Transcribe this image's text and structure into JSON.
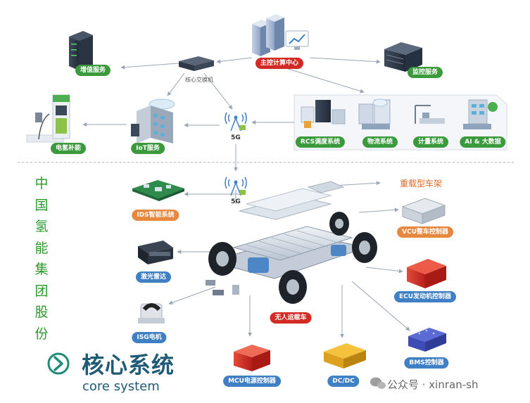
{
  "labels": {
    "value_added_service": "增值服务",
    "main_computing_center": "主控计算中心",
    "monitoring_service": "监控服务",
    "core_switch": "核心交换机",
    "charging": "电氢补能",
    "iot_service": "IoT服务",
    "rcs_dispatch": "RCS调度系统",
    "logistics": "物流系统",
    "metering": "计量系统",
    "ai_bigdata": "AI & 大数据",
    "network_top": "5G",
    "network_bottom": "5G",
    "chassis": "重载型车架",
    "ids": "IDS智能系统",
    "vcu": "VCU整车控制器",
    "lidar": "激光雷达",
    "ecu": "ECU发动机控制器",
    "unmanned_truck": "无人运载车",
    "isg": "ISG电机",
    "bms": "BMS控制器",
    "mcu": "MCU电源控制器",
    "dcdc": "DC/DC"
  },
  "vertical_title": "中\n国\n氢\n能\n集\n团\n股\n份",
  "core": {
    "title_cn": "核心系统",
    "title_en": "core system"
  },
  "watermark": "公众号 · xinran-sh",
  "colors": {
    "green": "#3a9a3c",
    "red": "#d42a24",
    "orange": "#e8883e",
    "blue": "#3f7fc4",
    "title_green": "#2a9a2c",
    "core_blue": "#1f5a76"
  },
  "icons": [
    "server-icon",
    "network-switch-icon",
    "monitor-server-icon",
    "charging-pile-icon",
    "iot-building-icon",
    "5g-antenna-icon",
    "rcs-icon",
    "logistics-icon",
    "metering-icon",
    "ai-bigdata-icon",
    "circuit-board-icon",
    "lidar-icon",
    "motor-icon",
    "vehicle-chassis-icon",
    "vcu-icon",
    "ecu-icon",
    "bms-icon",
    "mcu-icon",
    "dcdc-icon",
    "chevron-right-icon",
    "wechat-icon"
  ]
}
